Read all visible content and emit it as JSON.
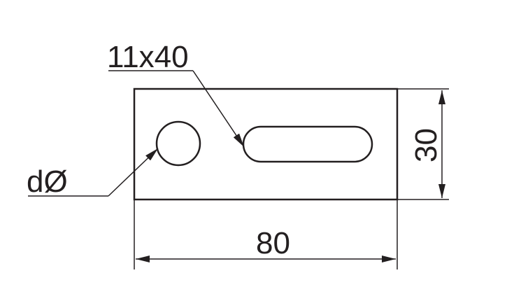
{
  "drawing": {
    "slot_label": "11x40",
    "hole_label": "dØ",
    "height_dimension": "30",
    "width_dimension": "80",
    "line_color": "#231f20"
  }
}
